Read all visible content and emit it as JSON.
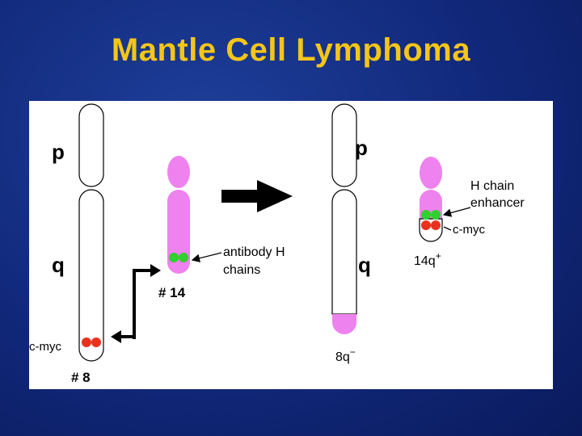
{
  "title": "Mantle Cell Lymphoma",
  "colors": {
    "title": "#f5c518",
    "background": "#11287a",
    "chromosome_pink": "#ee82ee",
    "myc_red": "#e8321e",
    "igh_green": "#2fd02f"
  },
  "diagram": {
    "chr8": {
      "p_label": "p",
      "q_label": "q",
      "name": "# 8",
      "myc_label": "c-myc"
    },
    "chr14": {
      "name": "# 14",
      "igh_label_line1": "antibody H",
      "igh_label_line2": "chains"
    },
    "der8": {
      "p_label": "p",
      "q_label": "q",
      "name": "8q",
      "superscript": "−"
    },
    "der14": {
      "name": "14q",
      "superscript": "+",
      "enhancer_line1": "H chain",
      "enhancer_line2": "enhancer",
      "myc_label": "c-myc"
    }
  }
}
